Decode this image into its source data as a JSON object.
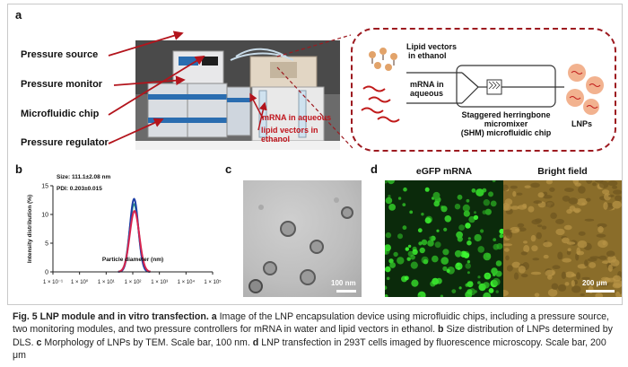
{
  "panels": {
    "a": {
      "label": "a",
      "device_labels": [
        "Pressure source",
        "Pressure monitor",
        "Microfluidic chip",
        "Pressure regulator"
      ],
      "photo_annotations": {
        "aqueous": "mRNA in aqueous",
        "ethanol_line1": "lipid vectors in",
        "ethanol_line2": "ethanol"
      },
      "schematic": {
        "lipid_line1": "Lipid vectors",
        "lipid_line2": "in ethanol",
        "mrna_line1": "mRNA in",
        "mrna_line2": "aqueous",
        "mixer_line1": "Staggered herringbone",
        "mixer_line2": "micromixer",
        "mixer_line3": "(SHM) microfluidic chip",
        "output": "LNPs"
      },
      "colors": {
        "arrow": "#b3141c",
        "dashed_border": "#9d1a20"
      }
    },
    "b": {
      "label": "b",
      "size_text": "Size: 111.1±2.08 nm",
      "pdi_text": "PDI: 0.203±0.015"
    },
    "c": {
      "label": "c",
      "scalebar": "100 nm"
    },
    "d": {
      "label": "d",
      "left_title": "eGFP mRNA",
      "right_title": "Bright field",
      "scalebar": "200 μm"
    }
  },
  "chart_data": {
    "type": "line",
    "xlabel": "Particle diameter (nm)",
    "ylabel": "Intensity distribution (%)",
    "xscale": "log",
    "xlim": [
      0.1,
      100000
    ],
    "ylim": [
      0,
      15
    ],
    "x_tick_labels": [
      "1 × 10⁻¹",
      "1 × 10⁰",
      "1 × 10¹",
      "1 × 10²",
      "1 × 10³",
      "1 × 10⁴",
      "1 × 10⁵"
    ],
    "x_tick_values": [
      0.1,
      1,
      10,
      100,
      1000,
      10000,
      100000
    ],
    "y_ticks": [
      0,
      5,
      10,
      15
    ],
    "series": [
      {
        "color": "#2f9a8c",
        "peak_x": 112,
        "peak_y": 11.8,
        "width": 0.17
      },
      {
        "color": "#1e3fa6",
        "peak_x": 112,
        "peak_y": 12.7,
        "width": 0.16
      },
      {
        "color": "#d8244e",
        "peak_x": 116,
        "peak_y": 10.6,
        "width": 0.18
      }
    ]
  },
  "caption": {
    "fig": "Fig. 5 LNP module and in vitro transfection.",
    "a_label": "a",
    "a_text": " Image of the LNP encapsulation device using microfluidic chips, including a pressure source, two monitoring modules, and two pressure controllers for mRNA in water and lipid vectors in ethanol.",
    "b_label": "b",
    "b_text": " Size distribution of LNPs determined by DLS.",
    "c_label": "c",
    "c_text": " Morphology of LNPs by TEM. Scale bar, 100 nm.",
    "d_label": "d",
    "d_text": " LNP transfection in 293T cells imaged by fluorescence microscopy. Scale bar, 200 μm"
  }
}
